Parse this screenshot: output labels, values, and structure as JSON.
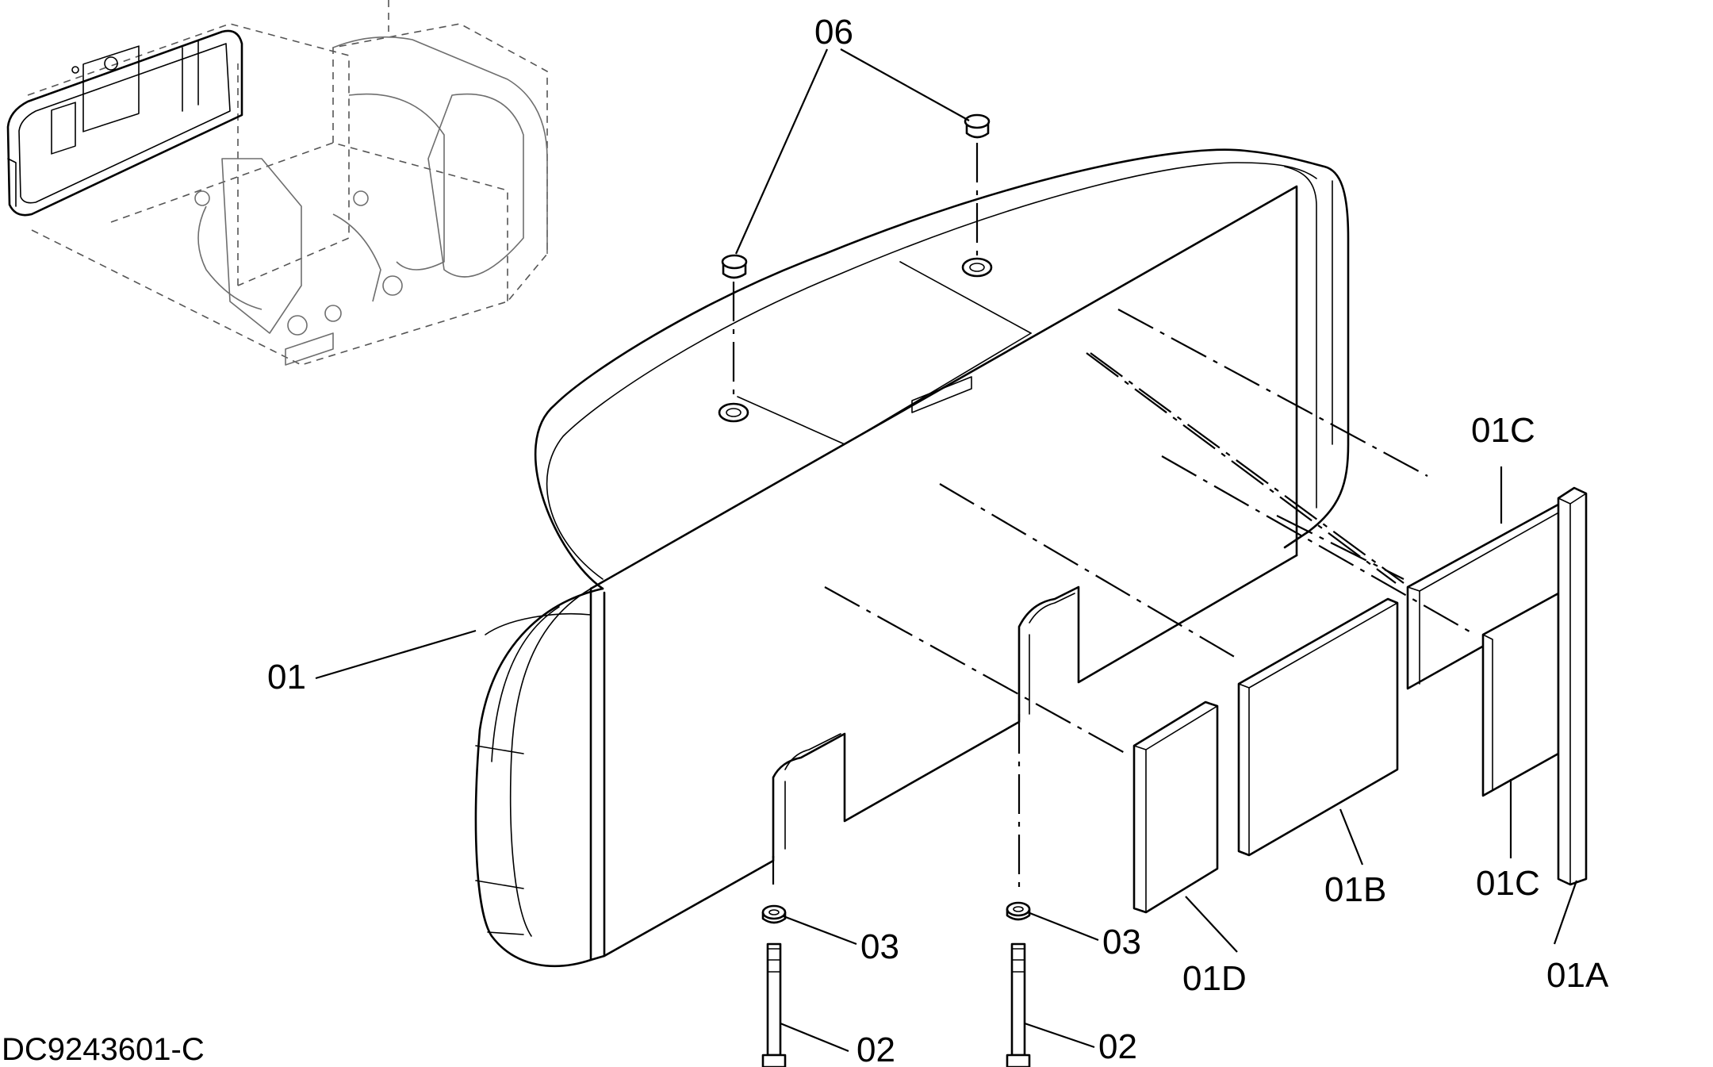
{
  "document_id": "DC9243601-C",
  "callouts": {
    "c01": "01",
    "c01A": "01A",
    "c01B": "01B",
    "c01C_top": "01C",
    "c01C_bottom": "01C",
    "c01D": "01D",
    "c02_left": "02",
    "c02_right": "02",
    "c03_left": "03",
    "c03_right": "03",
    "c06": "06"
  }
}
